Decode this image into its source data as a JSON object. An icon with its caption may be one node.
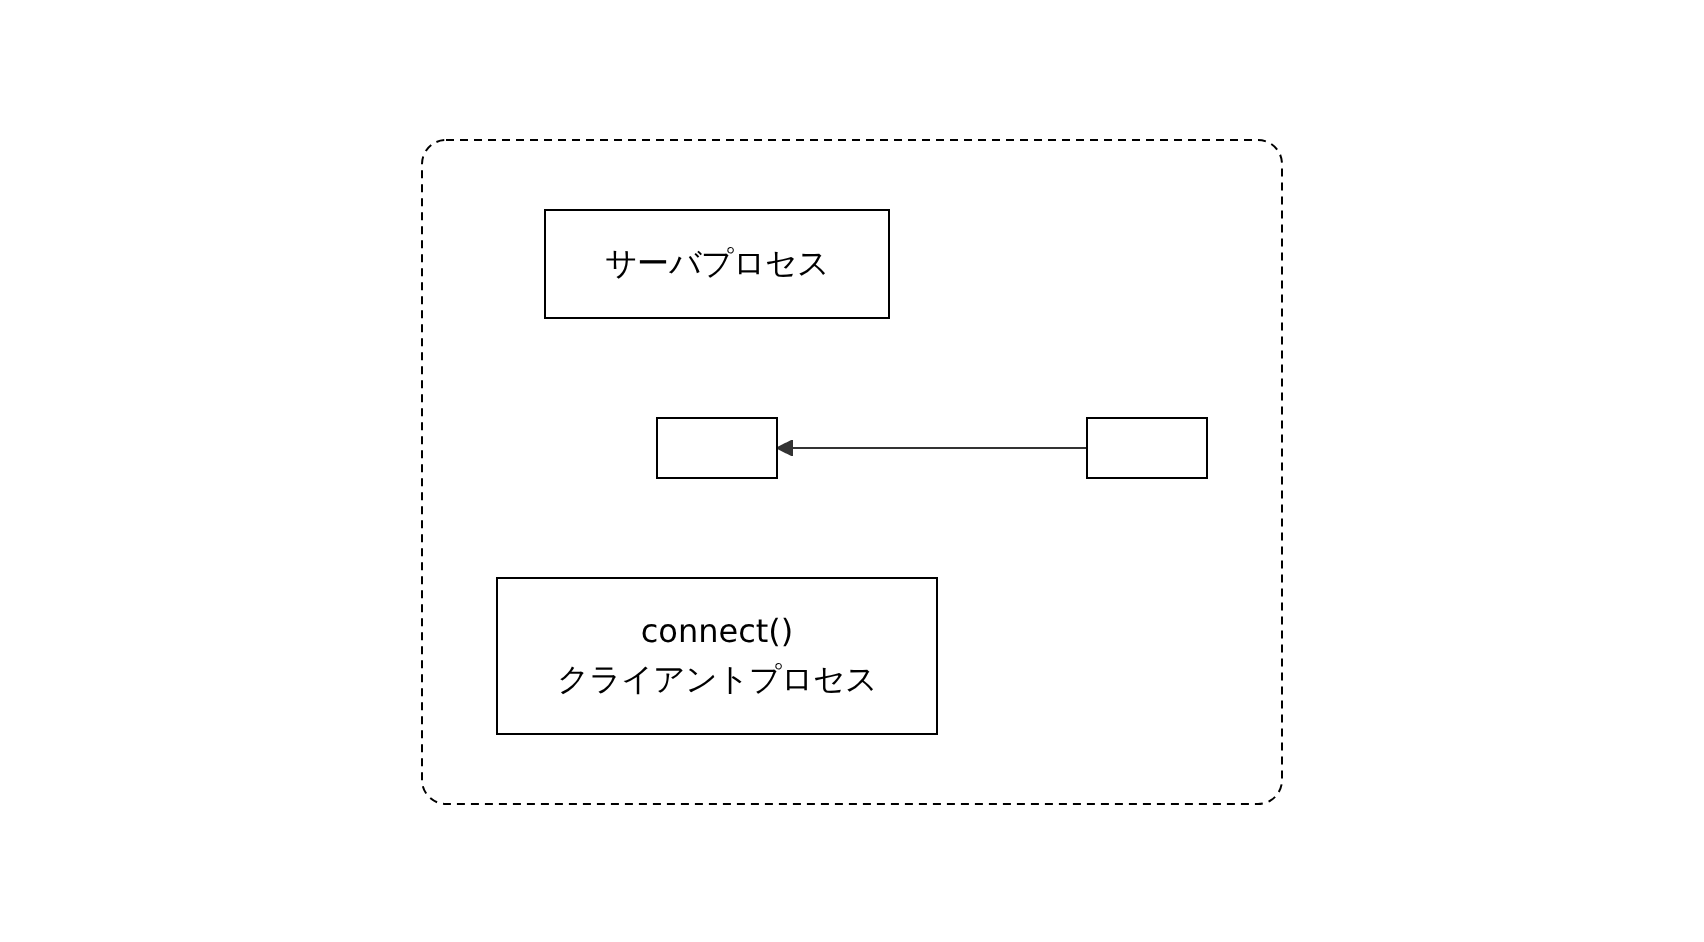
{
  "diagram": {
    "nodes": [
      {
        "text": [],
        "shape": "box"
      },
      {
        "text": [
          "サーバプロセス"
        ],
        "in": 0
      },
      {
        "text": [],
        "shape": "box",
        "in": 0
      },
      {
        "text": [
          "connect()",
          "クライアントプロセス"
        ],
        "in": 0
      },
      {
        "text": [],
        "shape": "box",
        "in": 0
      }
    ],
    "edges": [
      {
        "from": 4,
        "to": 2,
        "arrow": "to"
      }
    ]
  }
}
